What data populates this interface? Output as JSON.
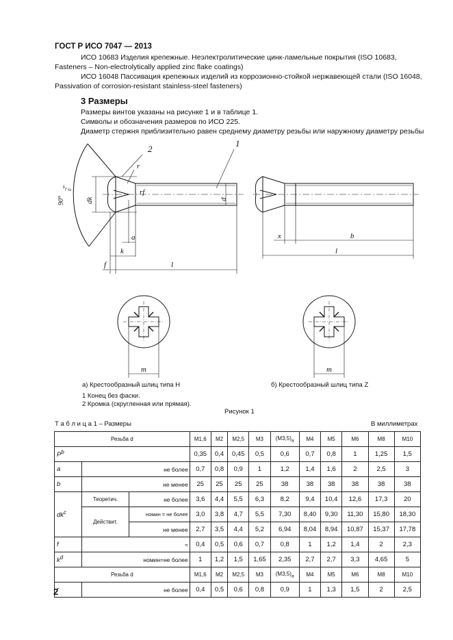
{
  "header": "ГОСТ Р ИСО 7047 — 2013",
  "references": [
    "ИСО 10683 Изделия крепежные. Неэлектролитические цинк-ламельные покрытия (ISO 10683, Fasteners – Non-electrolytically applied zinc flake coatings)",
    "ИСО 16048 Пассивация крепежных изделий из коррозионно-стойкой нержавеющей стали (ISO 16048, Passivation of corrosion-resistant stainless-steel fasteners)"
  ],
  "section_title": "3 Размеры",
  "paragraphs": [
    "Размеры винтов указаны на рисунке 1 и в таблице 1.",
    "Символы и обозначения размеров по ИСО 225.",
    "Диаметр стержня приблизительно равен среднему диаметру резьбы или наружному диаметру резьбы"
  ],
  "figure": {
    "callout_1": "1",
    "callout_2": "2",
    "angle_label": "90°",
    "angle_tol": "-2°",
    "angle_tol2": "0",
    "labels": {
      "r": "r",
      "rf": "rf",
      "dk": "dk",
      "d": "d",
      "a": "a",
      "k": "k",
      "f": "f",
      "l": "l",
      "x": "x",
      "b": "b",
      "m": "m"
    },
    "caption_a": "а) Крестообразный шлиц типа H",
    "caption_b": "б) Крестообразный шлиц типа Z",
    "note_1": "1 Конец без фаски.",
    "note_2": "2 Кромка (скругленная или прямая).",
    "title": "Рисунок 1"
  },
  "table": {
    "caption": "Т а б л и ц а   1 – Размеры",
    "units": "В миллиметрах",
    "thread_label": "Резьба d",
    "sizes": [
      "M1,6",
      "M2",
      "M2,5",
      "M3",
      "(M3,5)",
      "M4",
      "M5",
      "M6",
      "M8",
      "M10"
    ],
    "size_note": "a",
    "rows": {
      "P": {
        "sym": "P",
        "sup": "b",
        "cond": "",
        "vals": [
          "0,35",
          "0,4",
          "0,45",
          "0,5",
          "0,6",
          "0,7",
          "0,8",
          "1",
          "1,25",
          "1,5"
        ]
      },
      "a": {
        "sym": "a",
        "cond": "не более",
        "vals": [
          "0,7",
          "0,8",
          "0,9",
          "1",
          "1,2",
          "1,4",
          "1,6",
          "2",
          "2,5",
          "3"
        ]
      },
      "b": {
        "sym": "b",
        "cond": "не менее",
        "vals": [
          "25",
          "25",
          "25",
          "25",
          "38",
          "38",
          "38",
          "38",
          "38",
          "38"
        ]
      },
      "dk_th": {
        "sym": "dk",
        "sup": "c",
        "sub1": "Теоретич.",
        "cond": "не более",
        "vals": [
          "3,6",
          "4,4",
          "5,5",
          "6,3",
          "8,2",
          "9,4",
          "10,4",
          "12,6",
          "17,3",
          "20"
        ]
      },
      "dk_nom": {
        "sub1": "Действит.",
        "cond": "номин = не более",
        "vals": [
          "3,0",
          "3,8",
          "4,7",
          "5,5",
          "7,30",
          "8,40",
          "9,30",
          "11,30",
          "15,80",
          "18,30"
        ]
      },
      "dk_min": {
        "cond": "не менее",
        "vals": [
          "2,7",
          "3,5",
          "4,4",
          "5,2",
          "6,94",
          "8,04",
          "8,94",
          "10,87",
          "15,37",
          "17,78"
        ]
      },
      "f": {
        "sym": "f",
        "cond": "≈",
        "vals": [
          "0,4",
          "0,5",
          "0,6",
          "0,7",
          "0,8",
          "1",
          "1,2",
          "1,4",
          "2",
          "2,3"
        ]
      },
      "k": {
        "sym": "k",
        "sup": "d",
        "cond": "номин=не более",
        "vals": [
          "1",
          "1,2",
          "1,5",
          "1,65",
          "2,35",
          "2,7",
          "2,7",
          "3,3",
          "4,65",
          "5"
        ]
      },
      "r": {
        "sym": "r",
        "cond": "не более",
        "vals": [
          "0,4",
          "0,5",
          "0,6",
          "0,8",
          "0,9",
          "1",
          "1,3",
          "1,5",
          "2",
          "2,5"
        ]
      }
    }
  },
  "page_number": "2"
}
